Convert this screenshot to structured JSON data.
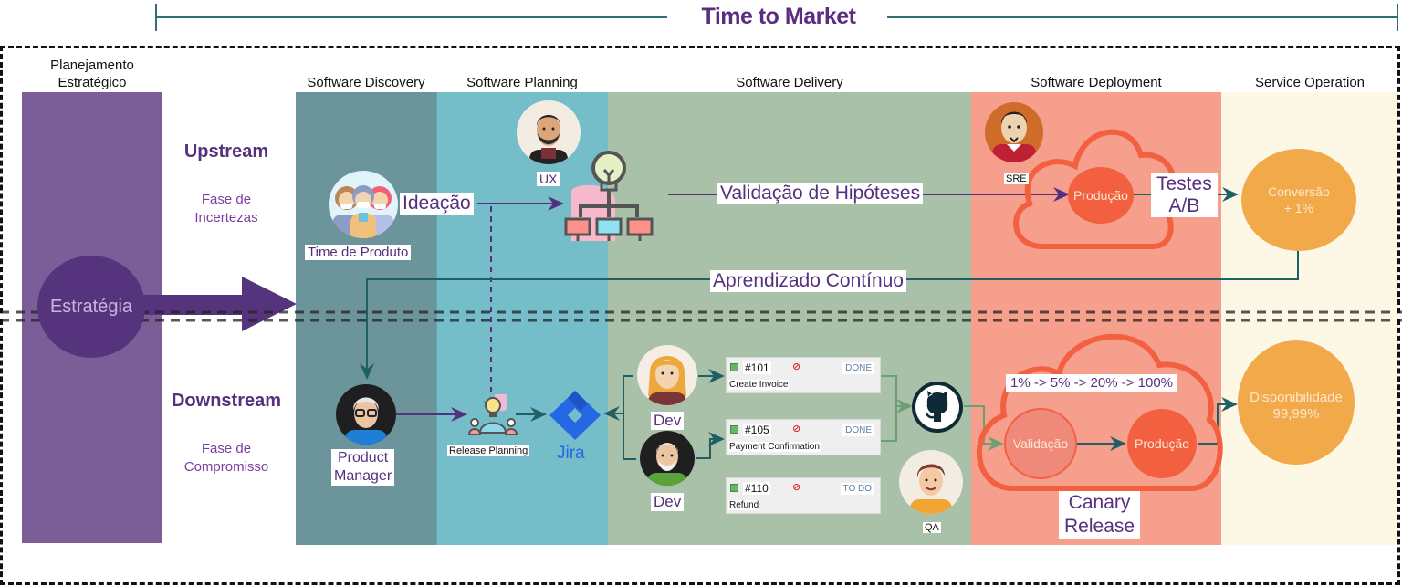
{
  "header": {
    "title": "Time to Market",
    "line_color": "#2f6f73",
    "title_color": "#5a2d82"
  },
  "strategy": {
    "column_label_line1": "Planejamento",
    "column_label_line2": "Estratégico",
    "circle_label": "Estratégia",
    "color": "#7b5e98",
    "circle_color": "#56347d"
  },
  "streams": {
    "upstream": {
      "title": "Upstream",
      "sub_line1": "Fase de",
      "sub_line2": "Incertezas"
    },
    "downstream": {
      "title": "Downstream",
      "sub_line1": "Fase de",
      "sub_line2": "Compromisso"
    }
  },
  "columns": [
    {
      "label": "Software Discovery",
      "color": "#6b959a"
    },
    {
      "label": "Software Planning",
      "color": "#75bdc9"
    },
    {
      "label": "Software Delivery",
      "color": "#a8c1a8"
    },
    {
      "label": "Software Deployment",
      "color": "#f59f8c"
    },
    {
      "label": "Service Operation",
      "color": "#fdf8e6"
    }
  ],
  "upstream_flow": {
    "team_label": "Time de Produto",
    "ideation_label": "Ideação",
    "ux_label": "UX",
    "validation_label": "Validação de Hipóteses",
    "sre_label": "SRE",
    "production_label": "Produção",
    "ab_line1": "Testes",
    "ab_line2": "A/B",
    "conversion_line1": "Conversão",
    "conversion_line2": "+ 1%",
    "learning_label": "Aprendizado Contínuo"
  },
  "downstream_flow": {
    "pm_line1": "Product",
    "pm_line2": "Manager",
    "release_planning_label": "Release Planning",
    "jira_label": "Jira",
    "dev1_label": "Dev",
    "dev2_label": "Dev",
    "qa_label": "QA",
    "tickets": [
      {
        "id": "#101",
        "title": "Create Invoice",
        "status": "DONE"
      },
      {
        "id": "#105",
        "title": "Payment Confirmation",
        "status": "DONE"
      },
      {
        "id": "#110",
        "title": "Refund",
        "status": "TO DO"
      }
    ],
    "blocked_icon": "⊘",
    "canary_steps": "1% -> 5% -> 20% -> 100%",
    "validation_label": "Validação",
    "production_label": "Produção",
    "canary_line1": "Canary",
    "canary_line2": "Release",
    "availability_line1": "Disponibilidade",
    "availability_line2": "99,99%"
  },
  "colors": {
    "accent_purple": "#55307e",
    "teal_arrow": "#1f5f66",
    "green_arrow": "#6c9f72",
    "production": "#f26040",
    "validation": "#ef8a7a",
    "outcome": "#f2a94a",
    "jira_blue": "#2468e5"
  }
}
